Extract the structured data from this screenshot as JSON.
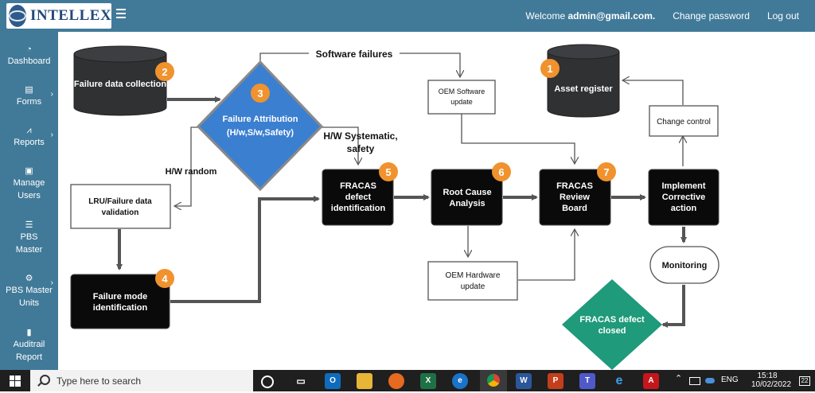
{
  "header": {
    "logo_text": "INTELLEX",
    "welcome_prefix": "Welcome",
    "user_email": "admin@gmail.com.",
    "change_password": "Change password",
    "logout": "Log out"
  },
  "sidebar": {
    "items": [
      {
        "label": "Dashboard",
        "icon": "speedometer-icon",
        "chevron": false
      },
      {
        "label": "Forms",
        "icon": "list-icon",
        "chevron": true
      },
      {
        "label": "Reports",
        "icon": "chart-icon",
        "chevron": true
      },
      {
        "label": "Manage Users",
        "icon": "id-card-icon",
        "chevron": false
      },
      {
        "label": "PBS Master",
        "icon": "list-bullets-icon",
        "chevron": false
      },
      {
        "label": "PBS Master Units",
        "icon": "gear-icon",
        "chevron": true
      },
      {
        "label": "Auditrail Report",
        "icon": "document-icon",
        "chevron": false
      }
    ]
  },
  "diagram": {
    "failure_data_collection": "Failure data collection",
    "failure_attribution_line1": "Failure Attribution",
    "failure_attribution_line2": "(H/w,S/w,Safety)",
    "software_failures": "Software failures",
    "oem_software_update": "OEM Software update",
    "asset_register": "Asset register",
    "change_control": "Change control",
    "hw_random": "H/W random",
    "hw_systematic": "H/W Systematic, safety",
    "lru_validation": "LRU/Failure data validation",
    "fracas_defect_identification": "FRACAS defect identification",
    "root_cause_analysis": "Root Cause Analysis",
    "fracas_review_board": "FRACAS Review Board",
    "implement_corrective_action": "Implement Corrective action",
    "monitoring": "Monitoring",
    "failure_mode_identification": "Failure mode identification",
    "oem_hardware_update": "OEM Hardware update",
    "fracas_defect_closed": "FRACAS defect closed",
    "badges": [
      "1",
      "2",
      "3",
      "4",
      "5",
      "6",
      "7"
    ],
    "colors": {
      "badge": "#f0922e",
      "diamond_blue": "#3b7fd0",
      "diamond_green": "#1f9a7a",
      "dark_box": "#0a0a0a",
      "arrow": "#555555"
    }
  },
  "taskbar": {
    "search_placeholder": "Type here to search",
    "language": "ENG",
    "time": "15:18",
    "date": "10/02/2022",
    "notification_count": "22",
    "apps": [
      "cortana-icon",
      "task-view-icon",
      "outlook-icon",
      "file-explorer-icon",
      "firefox-icon",
      "excel-icon",
      "edge-icon",
      "chrome-icon",
      "word-icon",
      "powerpoint-icon",
      "teams-icon",
      "internet-explorer-icon",
      "acrobat-icon"
    ]
  }
}
